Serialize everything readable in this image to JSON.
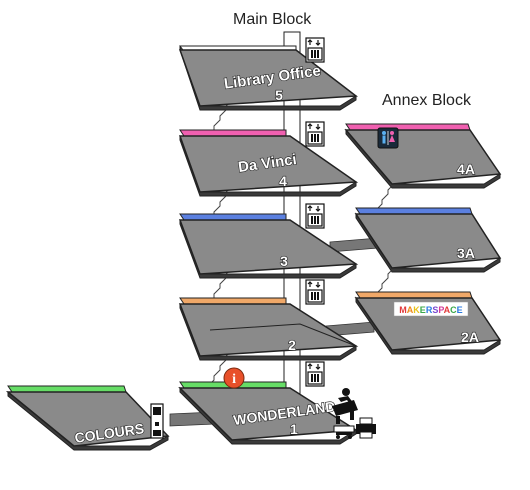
{
  "blocks": {
    "main": "Main Block",
    "annex": "Annex Block"
  },
  "floors": {
    "f5": {
      "name": "Library Office",
      "number": "5"
    },
    "f4": {
      "name": "Da Vinci",
      "number": "4",
      "color": "#f060b0"
    },
    "f3": {
      "number": "3",
      "color": "#5b80e0"
    },
    "f2": {
      "number": "2",
      "color": "#f0a868"
    },
    "f1": {
      "name": "WONDERLAND",
      "number": "1",
      "color": "#66dd66"
    },
    "f4a": {
      "number": "4A",
      "color": "#f060b0"
    },
    "f3a": {
      "number": "3A",
      "color": "#5b80e0"
    },
    "f2a": {
      "number": "2A",
      "color": "#f0a868"
    },
    "colours": {
      "name": "COLOURS",
      "color": "#66dd66"
    }
  },
  "makerspace": {
    "text": "MAKERSPACE",
    "letter_colors": [
      "#e23a3a",
      "#f08a1a",
      "#e8c21a",
      "#3aa84a",
      "#2a7ae0",
      "#7a4ad0",
      "#d23a9a",
      "#e23a3a",
      "#3aa84a",
      "#2a7ae0"
    ]
  },
  "info": {
    "glyph": "i",
    "color": "#e8502a"
  },
  "icons": [
    "lift-icon",
    "toilet-icon",
    "info-icon",
    "drink-station-icon",
    "reception-desk-icon",
    "printer-icon",
    "stairs-icon"
  ]
}
